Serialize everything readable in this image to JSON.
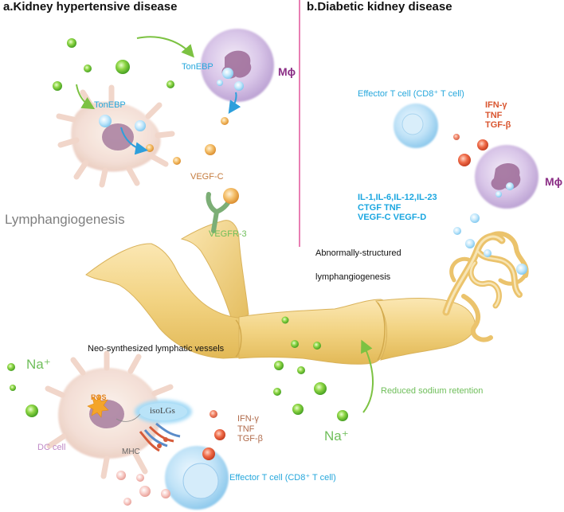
{
  "panel_a": {
    "title": "a.Kidney hypertensive disease",
    "tonebp_top": "TonEBP",
    "tonebp_left": "TonEBP",
    "macrophage": "Mϕ",
    "vegf_c": "VEGF-C",
    "vegfr_3": "VEGFR-3",
    "lymphangiogenesis": "Lymphangiogenesis",
    "neo_vessels": "Neo-synthesized lymphatic vessels",
    "na": "Na⁺",
    "ros": "ROS",
    "isolgs": "isoLGs",
    "dc_cell": "DC cell",
    "mhc": "MHC",
    "cytokines": [
      "IFN-γ",
      "TNF",
      "TGF-β"
    ],
    "effector_t": "Effector T cell (CD8⁺ T cell)"
  },
  "panel_b": {
    "title": "b.Diabetic kidney disease",
    "effector_t": "Effector T cell (CD8⁺ T cell)",
    "cytokines": [
      "IFN-γ",
      "TNF",
      "TGF-β"
    ],
    "macrophage": "Mϕ",
    "factors": [
      "IL-1,IL-6,IL-12,IL-23",
      "CTGF TNF",
      "VEGF-C VEGF-D"
    ],
    "abnormal_1": "Abnormally-structured",
    "abnormal_2": "lymphangiogenesis",
    "reduced_sodium": "Reduced sodium retention",
    "na": "Na⁺"
  },
  "colors": {
    "divider": "#e0559a",
    "vessel": "#f3d68a",
    "macrophage": "#cbb0dd",
    "dc_cell": "#f4ddd2",
    "t_cell": "#a9d6f1",
    "sodium": "#7dcc3c",
    "vegf": "#f2b35a",
    "cytokine": "#e05c3a"
  }
}
